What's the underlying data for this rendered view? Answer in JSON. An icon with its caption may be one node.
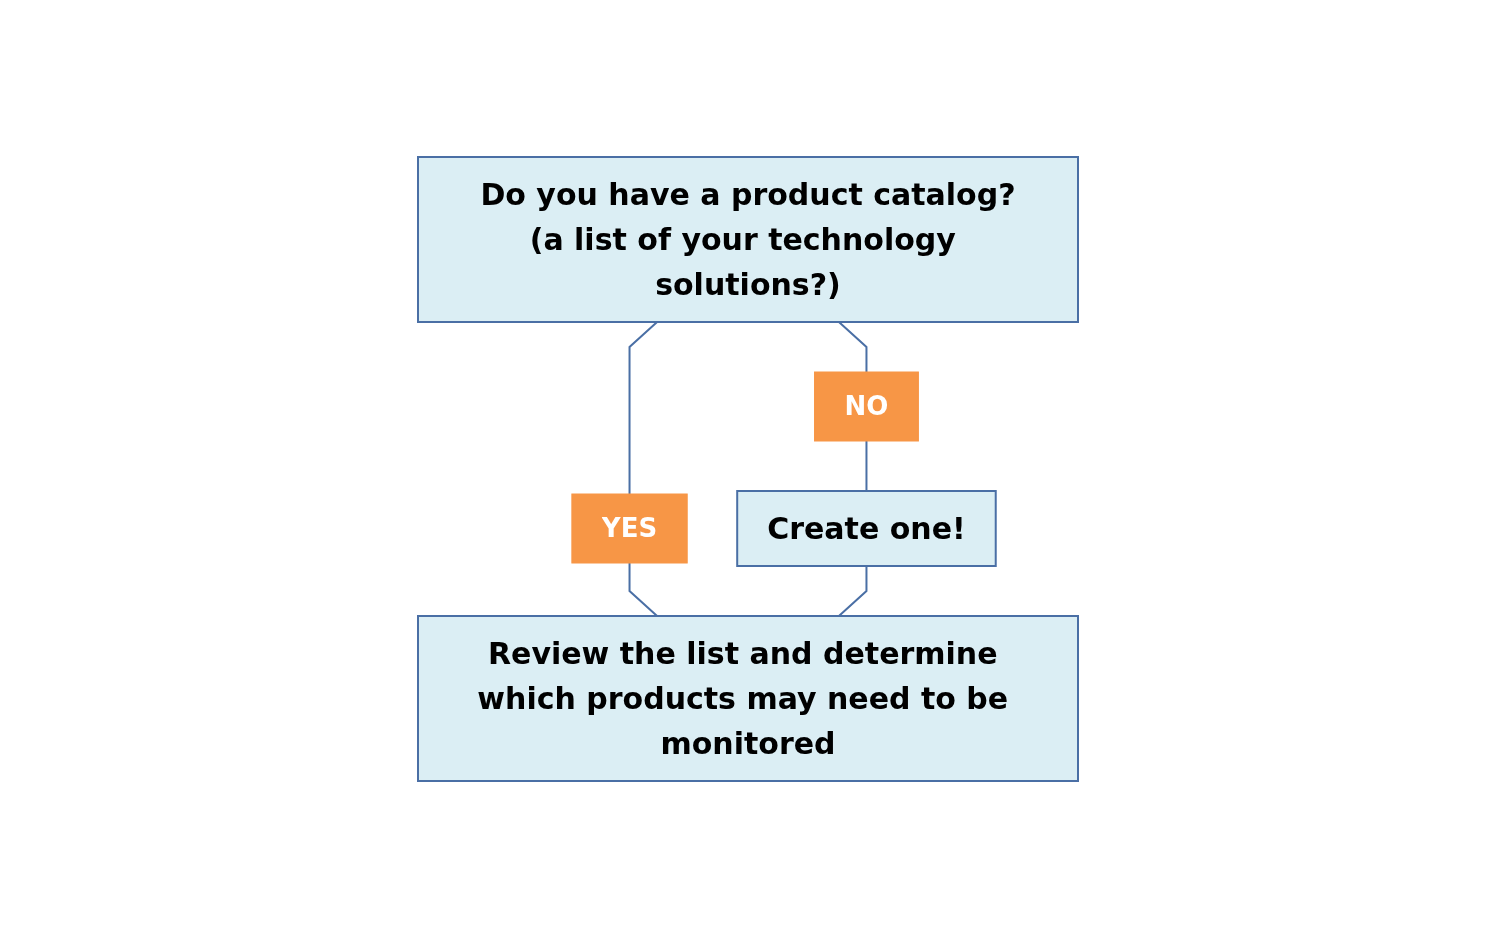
{
  "diagram": {
    "nodes": [
      {
        "text": [
          "Do you have a product catalog?",
          "(a list of your technology solutions?)"
        ]
      },
      {
        "text": [
          "YES"
        ]
      },
      {
        "text": [
          "NO"
        ]
      },
      {
        "text": [
          "Create one!"
        ]
      },
      {
        "text": [
          "Review the list and determine which products may need to be monitored"
        ]
      }
    ],
    "edges": [
      {
        "from": 0,
        "to": 1,
        "arrow": "none"
      },
      {
        "from": 0,
        "to": 2,
        "arrow": "none"
      },
      {
        "from": 2,
        "to": 3,
        "arrow": "none"
      },
      {
        "from": 1,
        "to": 4,
        "arrow": "none"
      },
      {
        "from": 3,
        "to": 4,
        "arrow": "none"
      }
    ]
  }
}
